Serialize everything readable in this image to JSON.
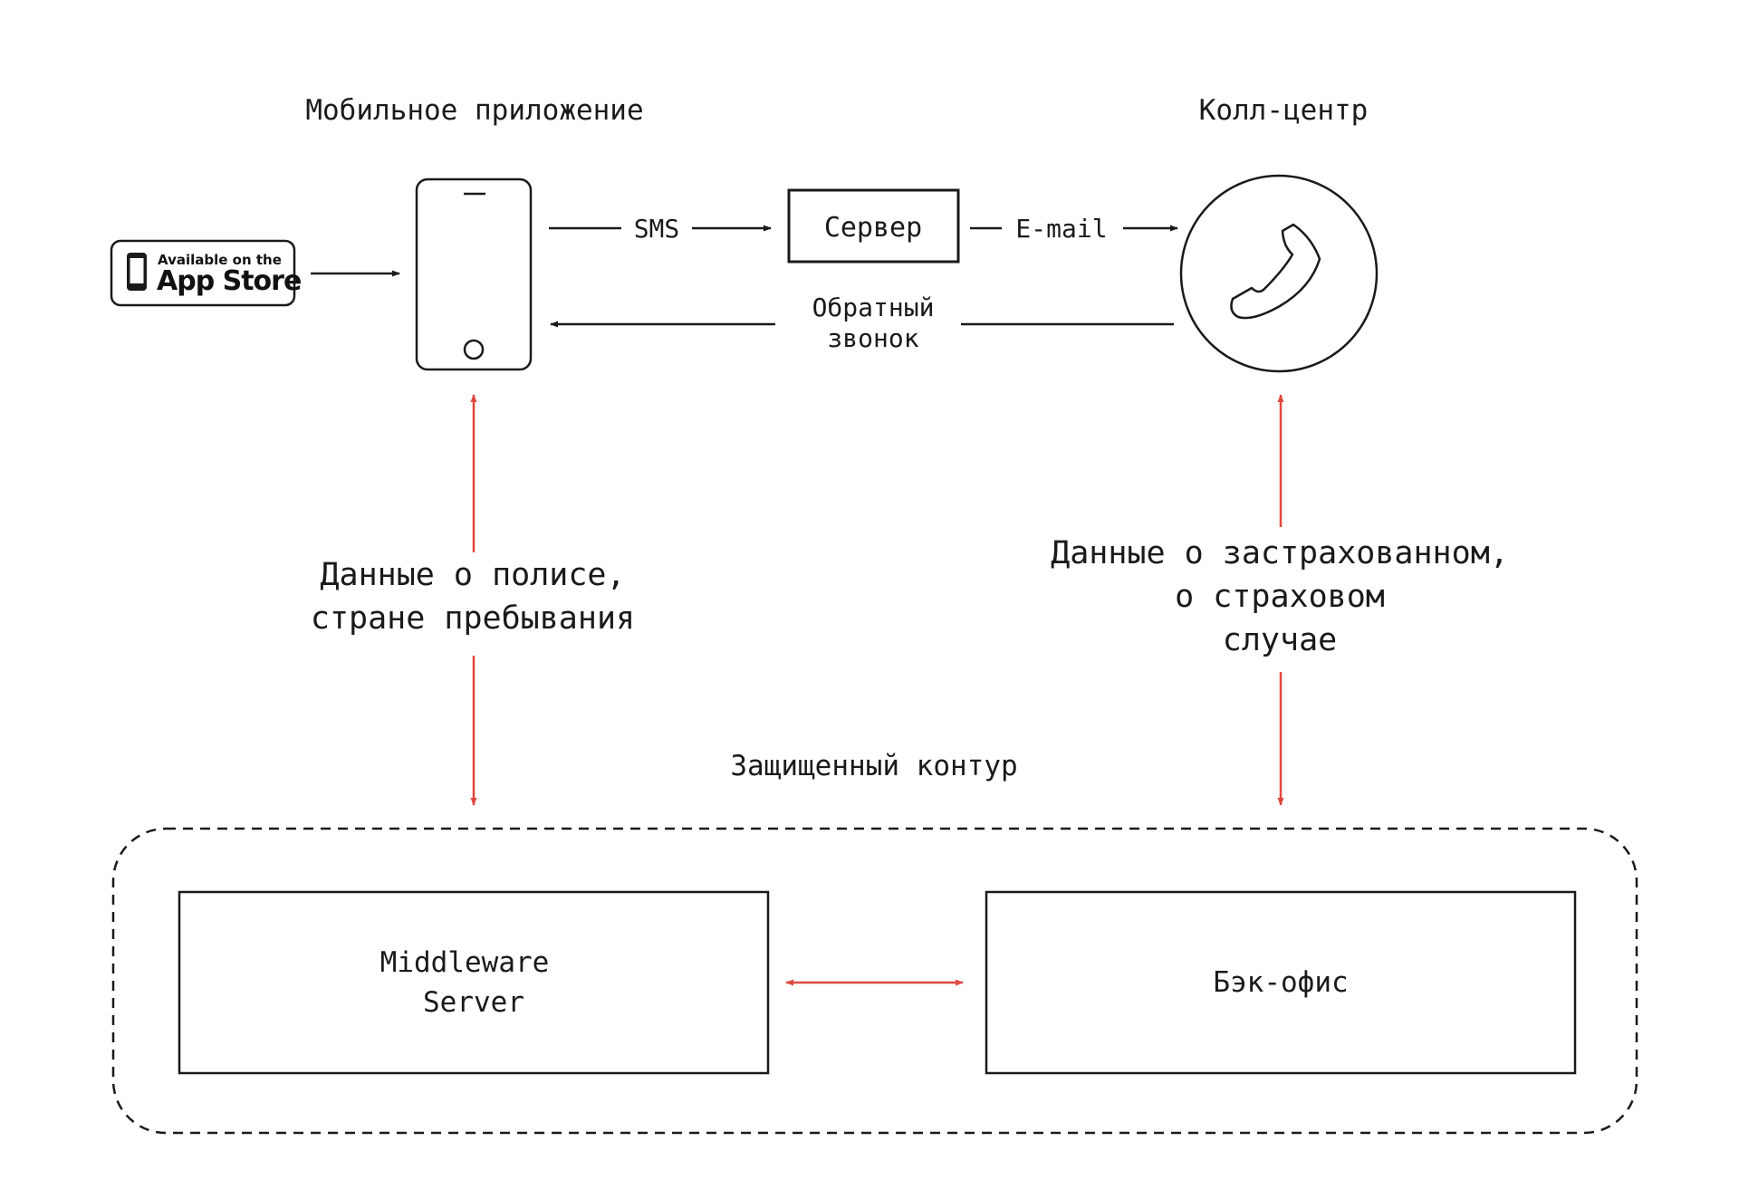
{
  "headings": {
    "mobile_app": "Мобильное приложение",
    "call_center": "Колл-центр",
    "secure_perimeter": "Защищенный контур"
  },
  "badge": {
    "line1": "Available on the",
    "line2": "App Store",
    "icon": "apple-logo"
  },
  "flows": {
    "sms": "SMS",
    "email": "E-mail",
    "callback_line1": "Обратный",
    "callback_line2": "звонок"
  },
  "nodes": {
    "server": "Сервер",
    "middleware_line1": "Middleware",
    "middleware_line2": "Server",
    "backoffice": "Бэк-офис",
    "phone_icon": "phone-handset-icon",
    "mobile_icon": "smartphone-icon"
  },
  "data_labels": {
    "policy_line1": "Данные о полисе,",
    "policy_line2": "стране пребывания",
    "insured_line1": "Данные о застрахованном,",
    "insured_line2": "о страховом",
    "insured_line3": "случае"
  },
  "colors": {
    "ink": "#1a1a1a",
    "accent_red": "#e0483e",
    "background": "#ffffff"
  }
}
